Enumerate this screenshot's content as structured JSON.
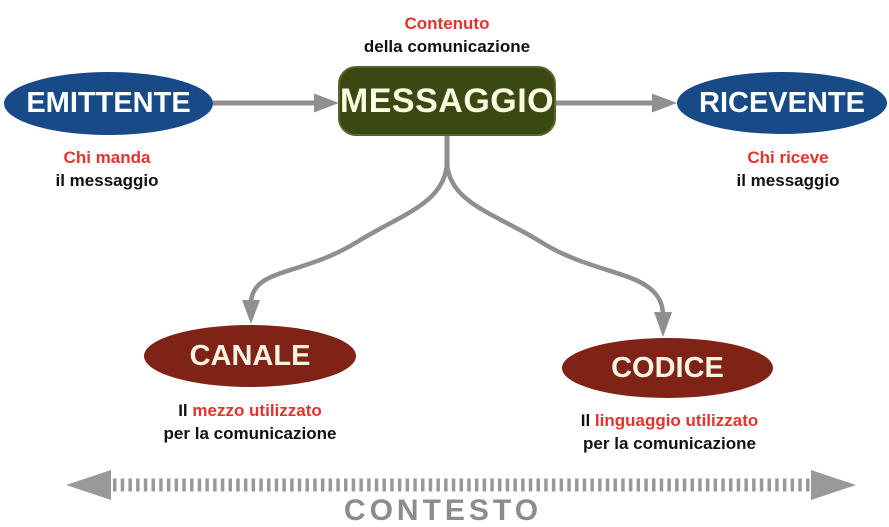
{
  "title": "Schema della comunicazione",
  "colors": {
    "node_blue": "#184a87",
    "node_green": "#3a4914",
    "node_dark_red": "#7e2316",
    "accent_red_text": "#e5322d",
    "arrow_gray": "#8f8f8f",
    "contesto_gray": "#8c8c8c"
  },
  "nodes": {
    "emittente": {
      "label": "EMITTENTE",
      "caption_red": "Chi manda",
      "caption_black": "il messaggio"
    },
    "messaggio": {
      "label": "MESSAGGIO",
      "caption_red": "Contenuto",
      "caption_black": "della comunicazione"
    },
    "ricevente": {
      "label": "RICEVENTE",
      "caption_red": "Chi riceve",
      "caption_black": "il messaggio"
    },
    "canale": {
      "label": "CANALE",
      "caption_prefix": "Il ",
      "caption_red": "mezzo utilizzato",
      "caption_black": "per la comunicazione"
    },
    "codice": {
      "label": "CODICE",
      "caption_prefix": "Il ",
      "caption_red": "linguaggio utilizzato",
      "caption_black": "per la comunicazione"
    }
  },
  "context": {
    "label": "CONTESTO"
  }
}
